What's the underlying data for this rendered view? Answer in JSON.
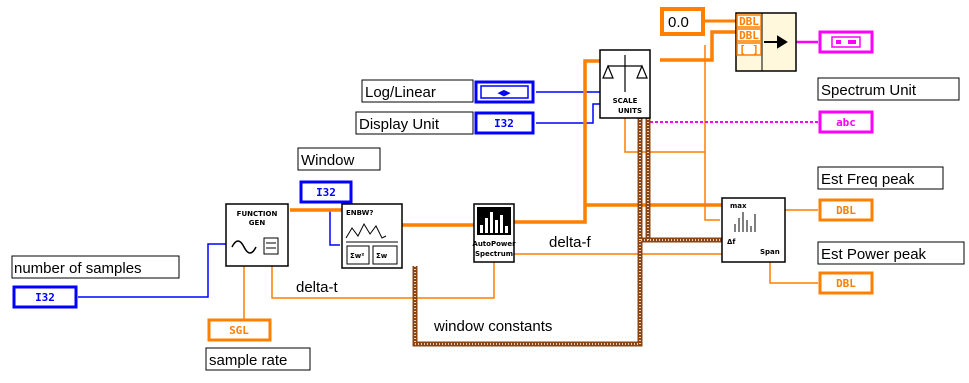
{
  "diagram": {
    "labels": {
      "log_linear": "Log/Linear",
      "display_unit": "Display Unit",
      "window": "Window",
      "number_of_samples": "number of samples",
      "sample_rate": "sample rate",
      "spectrum_unit": "Spectrum Unit",
      "est_freq_peak": "Est Freq peak",
      "est_power_peak": "Est Power peak",
      "delta_t": "delta-t",
      "delta_f": "delta-f",
      "window_constants": "window constants"
    },
    "constants": {
      "zero": "0.0"
    },
    "terminals": {
      "log_linear": "◀▶",
      "display_unit": "I32",
      "window": "I32",
      "number_of_samples": "I32",
      "sample_rate": "SGL",
      "spectrum_unit": "abc",
      "est_freq_peak": "DBL",
      "est_power_peak": "DBL"
    },
    "bundle_inputs": [
      "DBL",
      "DBL",
      "[ ]"
    ],
    "nodes": {
      "function_gen": [
        "FUNCTION",
        "GEN"
      ],
      "enbw": "ENBW?",
      "auto_power": [
        "AutoPower",
        "Spectrum"
      ],
      "scale_units": [
        "SCALE",
        "UNITS"
      ],
      "peak": [
        "max",
        "Δf",
        "Span"
      ]
    },
    "colors": {
      "integer": "#0000ff",
      "float": "#ff7f00",
      "string": "#ff00ff",
      "cluster": "#8b4513"
    }
  }
}
